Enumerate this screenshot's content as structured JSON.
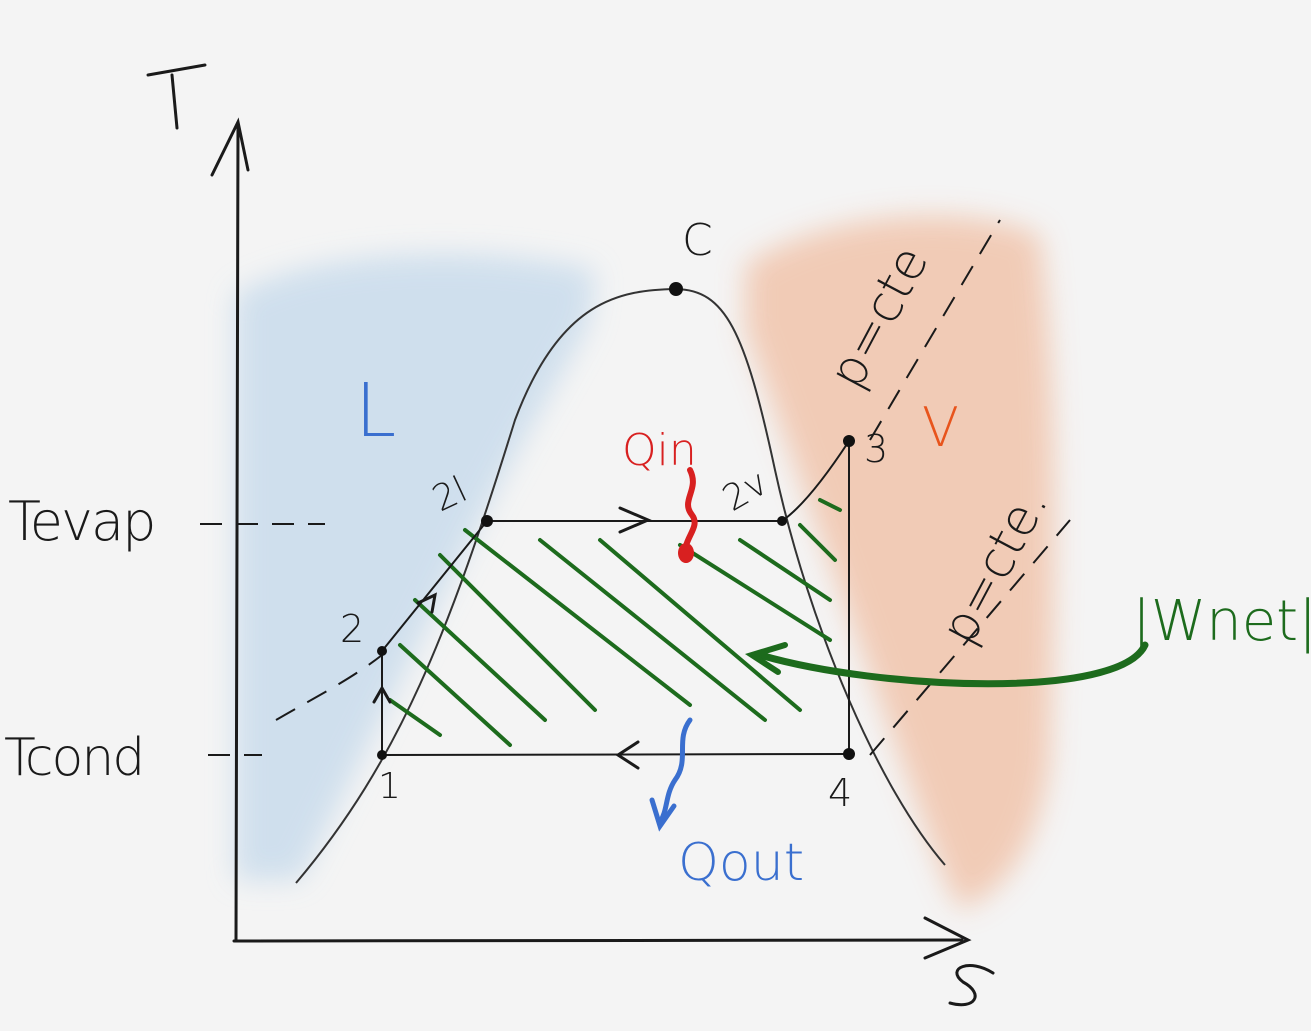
{
  "axes": {
    "y_label": "T",
    "x_label": "S"
  },
  "levels": {
    "evap_label": "Tevap",
    "cond_label": "Tcond"
  },
  "regions": {
    "liquid_label": "L",
    "vapor_label": "V"
  },
  "points": {
    "critical": "C",
    "p1": "1",
    "p2": "2",
    "p2l": "2l",
    "p2v": "2v",
    "p3": "3",
    "p4": "4"
  },
  "annotations": {
    "isobar_upper": "p=cte",
    "isobar_lower": "p=cte.",
    "q_in": "Qin",
    "q_out": "Qout",
    "w_net": "|Wnet|"
  },
  "colors": {
    "liquid_region": "#c9dcec",
    "vapor_region": "#f1c7b0",
    "work_hatch": "#1d6b1d",
    "q_in": "#d82020",
    "q_out": "#3a6fcf",
    "vapor_label": "#e8541c",
    "liquid_label": "#3a6fcf",
    "ink": "#1a1a1a"
  }
}
